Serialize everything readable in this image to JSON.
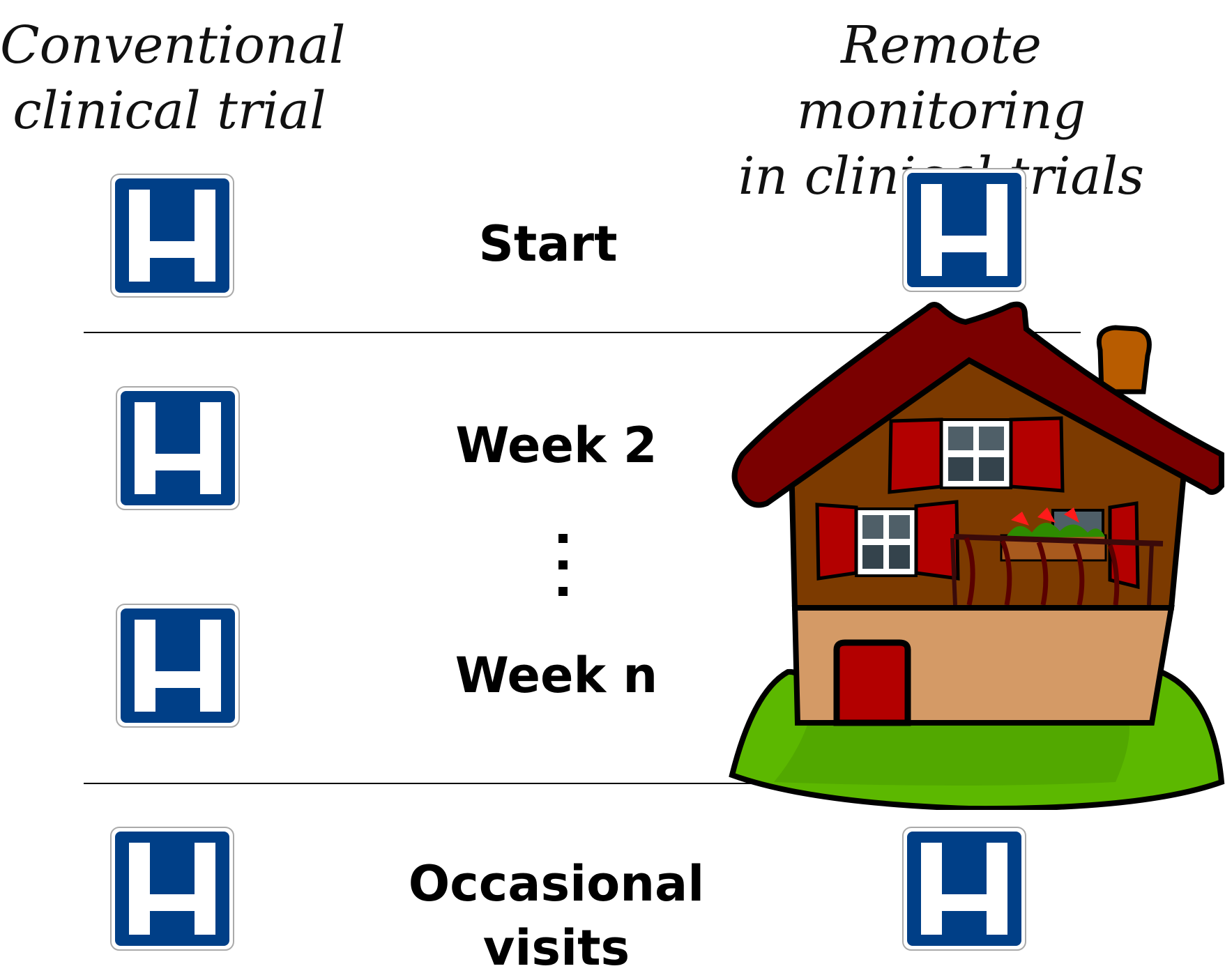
{
  "columns": {
    "left_heading": "Conventional\nclinical trial",
    "right_heading": "Remote monitoring\nin clinical trials"
  },
  "rows": {
    "start": "Start",
    "week2": "Week 2",
    "weekn": "Week n",
    "occasional": "Occasional\nvisits"
  },
  "icons": {
    "hospital": "hospital-sign-icon",
    "house": "house-icon",
    "ellipsis": "vertical-ellipsis"
  },
  "colors": {
    "hospital_blue": "#003f87",
    "roof": "#7a0000",
    "wall": "#7c3a00",
    "shutter": "#b30000",
    "ground_floor": "#d49a66",
    "grass": "#5cb800"
  }
}
